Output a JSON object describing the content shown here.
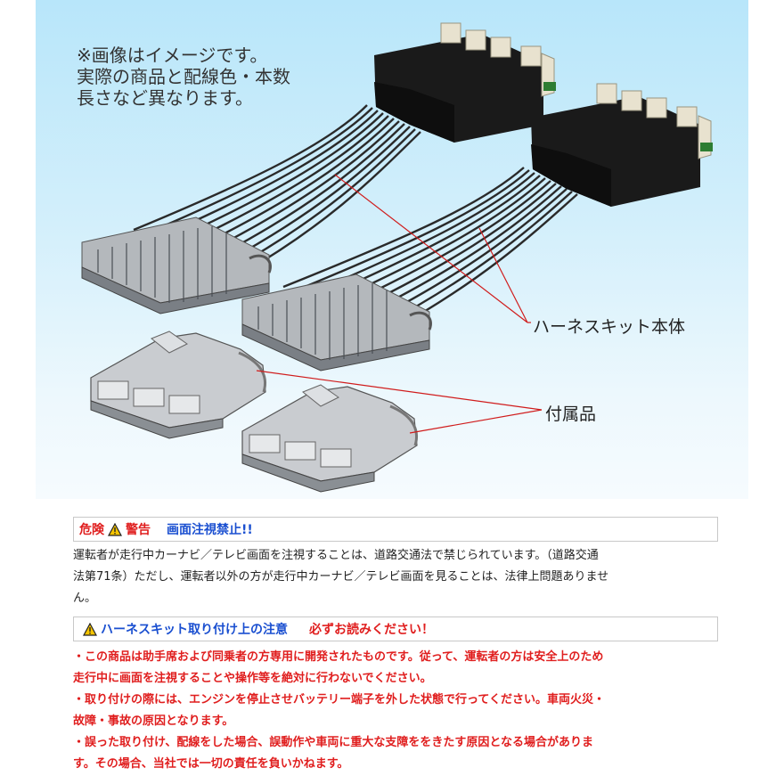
{
  "image": {
    "note_lines": [
      "※画像はイメージです。",
      "実際の商品と配線色・本数",
      "長さなど異なります。"
    ],
    "callouts": {
      "harness_body": "ハーネスキット本体",
      "accessory": "付属品"
    }
  },
  "danger_notice": {
    "danger_label": "危険",
    "warning_label": "警告",
    "title": "画面注視禁止!!",
    "lines": [
      "運転者が走行中カーナビ／テレビ画面を注視することは、道路交通法で禁じられています。（道路交通",
      "法第71条）ただし、運転者以外の方が走行中カーナビ／テレビ画面を見ることは、法律上問題ありませ",
      "ん。"
    ]
  },
  "install_notice": {
    "title": "ハーネスキット取り付け上の注意",
    "subtitle": "必ずお読みください！",
    "lines": [
      "・この商品は助手席および同乗者の方専用に開発されたものです。従って、運転者の方は安全上のため",
      "走行中に画面を注視することや操作等を絶対に行わないでください。",
      "・取り付けの際には、エンジンを停止させバッテリー端子を外した状態で行ってください。車両火災・",
      "故障・事故の原因となります。",
      "・誤った取り付け、配線をした場合、誤動作や車両に重大な支障ををきたす原因となる場合がありま",
      "す。その場合、当社では一切の責任を負いかねます。"
    ]
  },
  "colors": {
    "danger_red": "#e01e1e",
    "notice_blue": "#1a4fd0",
    "warning_yellow": "#f5c400"
  }
}
